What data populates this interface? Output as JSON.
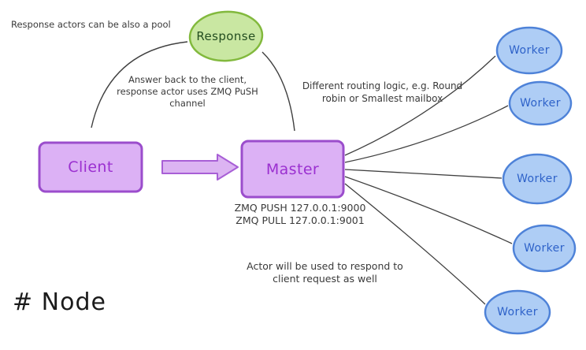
{
  "diagram": {
    "title": "# Node",
    "nodes": {
      "response": {
        "label": "Response",
        "fill": "#c9e7a2",
        "stroke": "#82b93d"
      },
      "client": {
        "label": "Client",
        "fill": "#dcb1f5",
        "stroke": "#9b4dcc"
      },
      "master": {
        "label": "Master",
        "fill": "#dcb1f5",
        "stroke": "#9b4dcc"
      },
      "workers": [
        {
          "label": "Worker"
        },
        {
          "label": "Worker"
        },
        {
          "label": "Worker"
        },
        {
          "label": "Worker"
        },
        {
          "label": "Worker"
        }
      ],
      "worker_fill": "#aecdf5",
      "worker_stroke": "#4e82d8"
    },
    "notes": {
      "response_pool": "Response actors can be also a pool",
      "answer_back": "Answer back to the client,\nresponse actor uses ZMQ PuSH\nchannel",
      "routing": "Different routing logic, e.g. Round\nrobin or Smallest mailbox",
      "zmq_endpoints": "ZMQ PUSH 127.0.0.1:9000\nZMQ PULL 127.0.0.1:9001",
      "actor_respond": "Actor will be used to respond to\nclient request as well"
    },
    "colors": {
      "note_text": "#3a3a3a",
      "purple_node_text": "#9b30d0",
      "worker_text": "#2e62c9",
      "response_text": "#234d20",
      "connector": "#3f3f3f",
      "arrow_fill": "#dcb4f2",
      "arrow_stroke": "#a85fd6"
    }
  }
}
